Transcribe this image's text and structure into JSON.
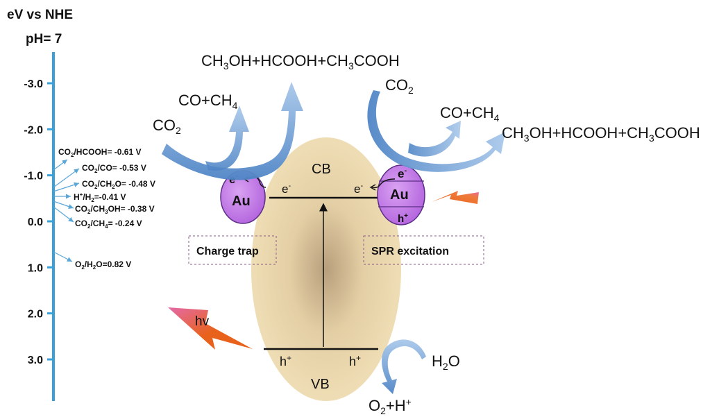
{
  "axis": {
    "title_line1": "eV vs NHE",
    "title_line2": "pH= 7",
    "ticks": [
      {
        "label": "-3.0",
        "value": -3.0
      },
      {
        "label": "-2.0",
        "value": -2.0
      },
      {
        "label": "-1.0",
        "value": -1.0
      },
      {
        "label": "0.0",
        "value": 0.0
      },
      {
        "label": "1.0",
        "value": 1.0
      },
      {
        "label": "2.0",
        "value": 2.0
      },
      {
        "label": "3.0",
        "value": 3.0
      }
    ]
  },
  "potentials": [
    {
      "species": "CO",
      "sub": "2",
      "rest": "/HCOOH= -0.61 V",
      "value": -0.61
    },
    {
      "species": "CO",
      "sub": "2",
      "rest": "/CO= -0.53 V",
      "value": -0.53
    },
    {
      "species": "CO",
      "sub": "2",
      "rest": "/CH",
      "sub2": "2",
      "rest2": "O= -0.48 V",
      "value": -0.48
    },
    {
      "species": "H",
      "sup": "+",
      "rest": "/H",
      "sub2": "2",
      "rest2": "=-0.41 V",
      "value": -0.41
    },
    {
      "species": "CO",
      "sub": "2",
      "rest": "/CH",
      "sub2": "3",
      "rest2": "OH= -0.38 V",
      "value": -0.38
    },
    {
      "species": "CO",
      "sub": "2",
      "rest": "/CH",
      "sub2": "4",
      "rest2": "= -0.24 V",
      "value": -0.24
    },
    {
      "species": "O",
      "sub": "2",
      "rest": "/H",
      "sub2": "2",
      "rest2": "O=0.82 V",
      "value": 0.82
    }
  ],
  "bands": {
    "cb": "CB",
    "vb": "VB",
    "hole": "h",
    "hole_sup": "+"
  },
  "au": {
    "label": "Au",
    "electron": "e",
    "electron_sup": "-",
    "hole": "h",
    "hole_sup": "+"
  },
  "boxes": {
    "left": "Charge trap",
    "right": "SPR excitation"
  },
  "light": {
    "label": "hv"
  },
  "products": {
    "left_co2": {
      "a": "CO",
      "sub": "2"
    },
    "left_coch4": {
      "a": "CO+CH",
      "sub": "4"
    },
    "left_big": {
      "a": "CH",
      "s1": "3",
      "b": "OH+HCOOH+CH",
      "s2": "3",
      "c": "COOH"
    },
    "right_co2": {
      "a": "CO",
      "sub": "2"
    },
    "right_coch4": {
      "a": "CO+CH",
      "sub": "4"
    },
    "right_big": {
      "a": "CH",
      "s1": "3",
      "b": "OH+HCOOH+CH",
      "s2": "3",
      "c": "COOH"
    },
    "h2o": {
      "a": "H",
      "sub": "2",
      "b": "O"
    },
    "o2": {
      "a": "O",
      "sub": "2",
      "b": "+H",
      "sup": "+"
    }
  },
  "colors": {
    "axis": "#3aa0d6",
    "ellipse": "#ecd7ac",
    "au_fill": "#c77ee8",
    "arrow_blue": "#6f9fd6",
    "flash_pink": "#e46aa8",
    "flash_orange": "#e8621c"
  }
}
